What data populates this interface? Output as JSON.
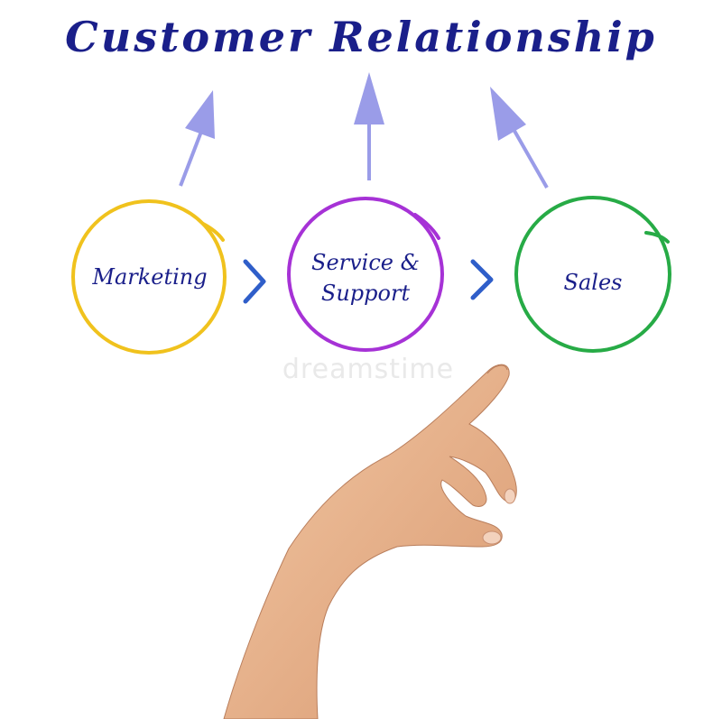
{
  "title": "Customer Relationship",
  "nodes": [
    {
      "label": "Marketing",
      "color": "#f0c21d"
    },
    {
      "label": "Service &\nSupport",
      "color": "#a632d6"
    },
    {
      "label": "Sales",
      "color": "#27ab46"
    }
  ],
  "colors": {
    "text": "#1a1f8a",
    "up_arrow": "#9a9ce8",
    "chevron": "#2f5ec9",
    "skin": "#e7b48f"
  },
  "watermark": "dreamstime"
}
